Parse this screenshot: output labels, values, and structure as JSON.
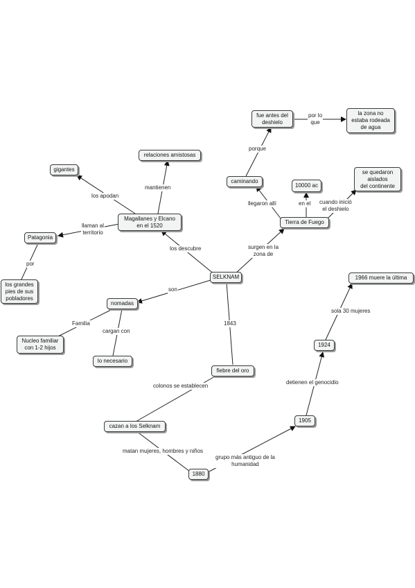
{
  "nodes": {
    "selknam": "SELKNAM",
    "magallanes": "Magallanes y Elcano\nen el 1520",
    "relaciones": "relaciones amistosas",
    "gigantes": "gigantes",
    "patagonia": "Patagonia",
    "grandes_pies": "los grandes\npies de sus\npobladores",
    "nomadas": "nomadas",
    "nucleo": "Nucleo familiar\ncon 1-2 hijos",
    "necesario": "lo necesario",
    "fiebre": "fiebre del oro",
    "cazan": "cazan a los Selknam",
    "y1880": "1880",
    "y1905": "1905",
    "y1924": "1924",
    "y1966": "1966 muere la última",
    "tierra_fuego": "Tierra de Fuego",
    "caminando": "caminando",
    "deshielo": "fue antes del\ndeshielo",
    "rodeada": "la zona no\nestaba rodeada\nde agua",
    "diezmil": "10000 ac",
    "aislados": "se quedaron\naislados\ndel continente"
  },
  "links": {
    "los_descubre": "los descubre",
    "mantienen": "mantienen",
    "los_apodan": "los apodan",
    "llaman_territorio": "llaman al\nterritorio",
    "por": "por",
    "son": "son",
    "familia": "Familia",
    "cargan_con": "cargan con",
    "y1843": "1843",
    "colonos": "colonos se establecen",
    "matan": "matan mujeres, hombres y niños",
    "grupo": "grupo más antiguo de la\nhumanidad",
    "detienen": "detienen el genocidio",
    "sola": "sola 30 mujeres",
    "surgen": "surgen en la\nzona de",
    "llegaron": "llegaron allí",
    "en_el": "en el",
    "cuando": "cuando inició\nel deshielo",
    "porque": "porque",
    "por_lo_que": "por lo\nque"
  }
}
